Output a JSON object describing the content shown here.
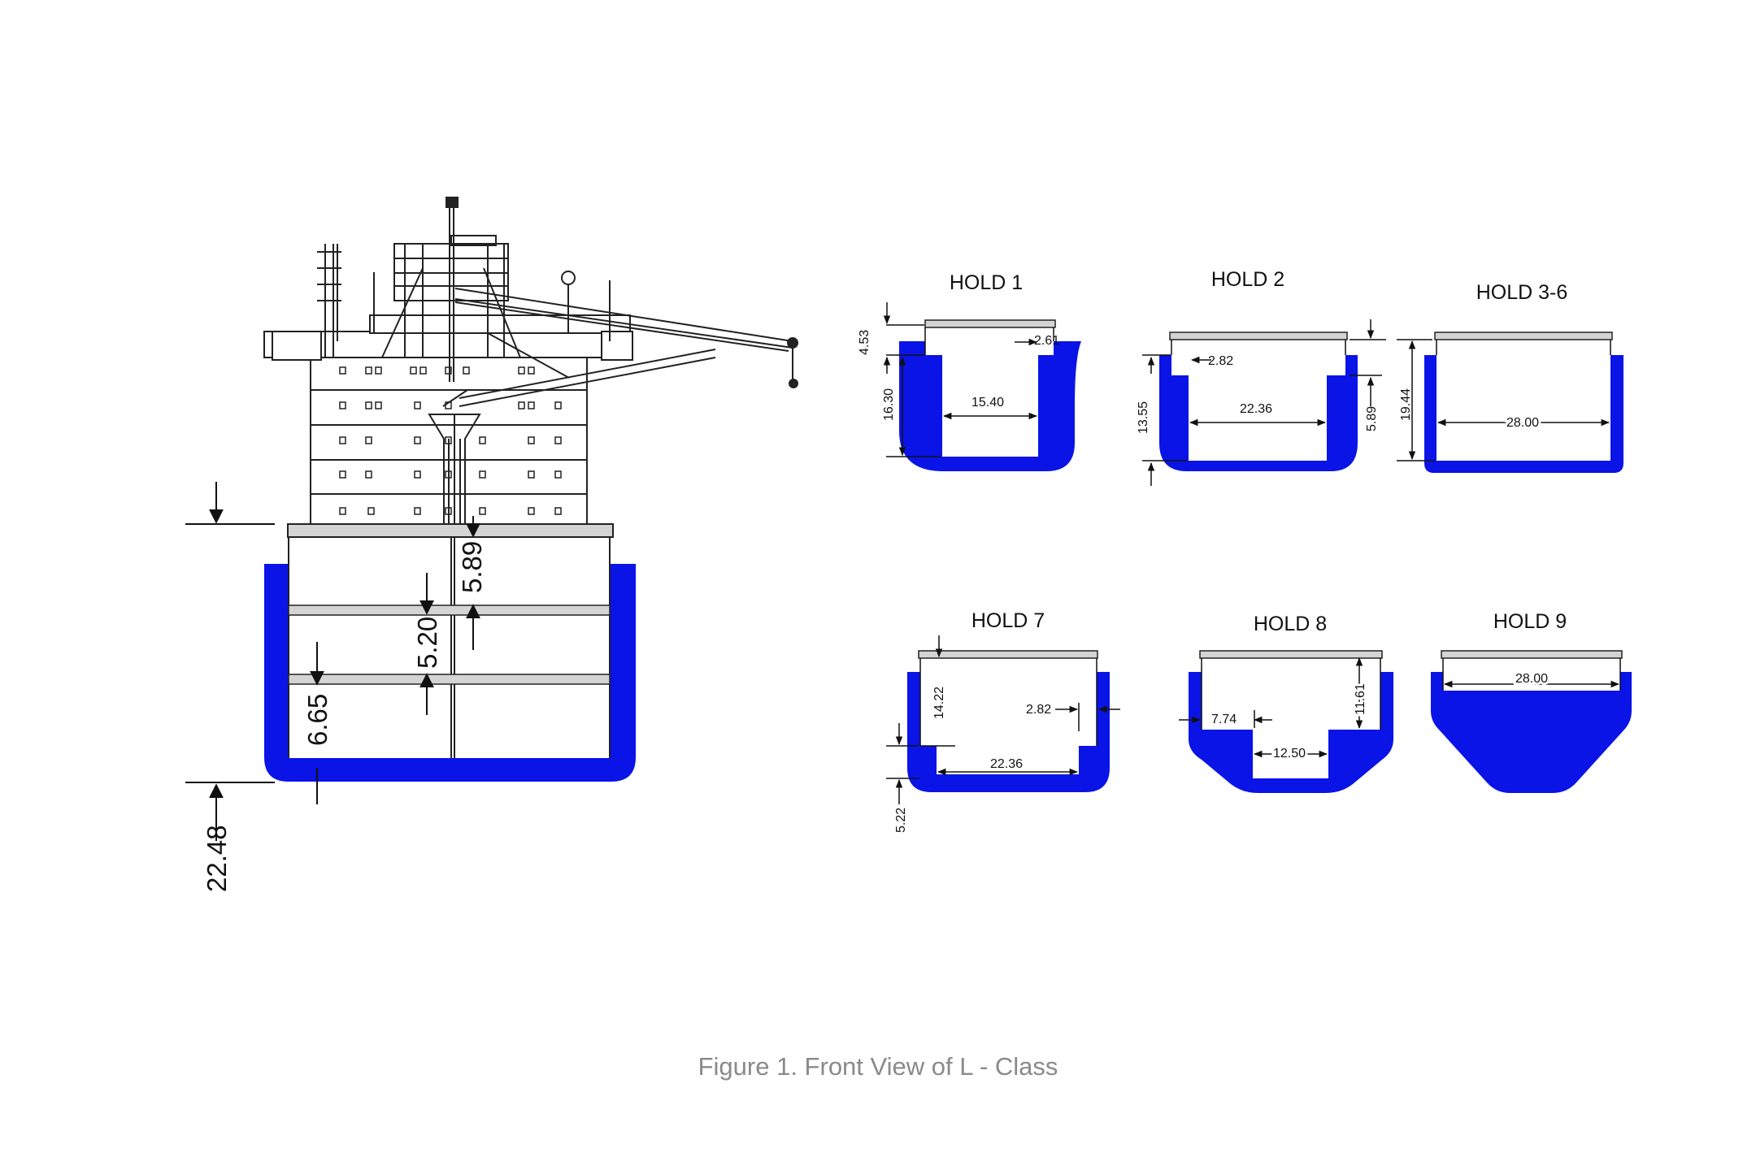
{
  "colors": {
    "hull": "#0a14e6",
    "line": "#111111",
    "hatch": "#d4d4d4",
    "caption": "#8a8a8a"
  },
  "front_view": {
    "dim_depth": "22.48",
    "dim_lower": "6.65",
    "dim_middle": "5.20",
    "dim_upper": "5.89"
  },
  "holds": {
    "hold1": {
      "title": "HOLD 1",
      "dims": [
        "4.53",
        "16.30",
        "15.40",
        "2.61"
      ]
    },
    "hold2": {
      "title": "HOLD 2",
      "dims": [
        "2.82",
        "13.55",
        "22.36",
        "5.89"
      ]
    },
    "hold36": {
      "title": "HOLD 3-6",
      "dims": [
        "19.44",
        "28.00"
      ]
    },
    "hold7": {
      "title": "HOLD 7",
      "dims": [
        "14.22",
        "2.82",
        "22.36",
        "5.22"
      ]
    },
    "hold8": {
      "title": "HOLD 8",
      "dims": [
        "7.74",
        "11.61",
        "12.50"
      ]
    },
    "hold9": {
      "title": "HOLD 9",
      "dims": [
        "28.00"
      ]
    }
  },
  "caption": "Figure 1. Front View of L - Class"
}
